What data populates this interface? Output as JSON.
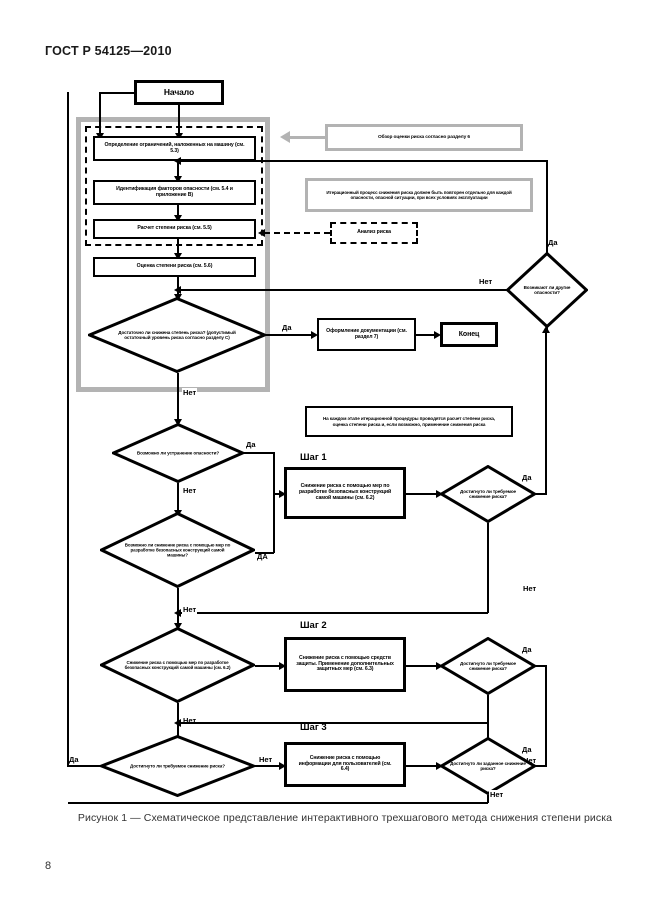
{
  "document": {
    "header": "ГОСТ Р 54125—2010",
    "page_number": "8",
    "figure_caption": "Рисунок 1 — Схематическое представление интерактивного трехшагового метода снижения степени риска"
  },
  "flowchart": {
    "start": "Начало",
    "end": "Конец",
    "risk_analysis_group_label": "Анализ риска",
    "nodes": {
      "limits": "Определение ограничений, наложенных на машину (см. 5.3)",
      "hazard_identification": "Идентификация факторов опасности (см. 5.4 и приложение B)",
      "risk_estimation": "Расчет степени риска (см. 5.5)",
      "risk_evaluation": "Оценка степени риска (см. 5.6)",
      "documentation": "Оформление документации (см. раздел 7)",
      "step1_box": "Снижение риска с помощью мер по разработке безопасных конструкций самой машины (см. 6.2)",
      "step2_box": "Снижение риска с помощью средств защиты. Применение дополнительных защитных мер (см. 6.3)",
      "step3_box": "Снижение риска с помощью информации для пользователей (см. 6.4)"
    },
    "decisions": {
      "risk_reduced_enough": "Достаточно ли снижена степень риска? (допустимый остаточный уровень риска согласно разделу C)",
      "other_hazards": "Возникают ли другие опасности?",
      "can_eliminate_hazard": "Возможно ли устранение опасности?",
      "can_reduce_by_design": "Возможно ли снижение риска с помощью мер по разработке безопасных конструкций самой машины?",
      "step1_achieved": "Достигнуто ли требуемое снижение риска?",
      "reduce_by_design_step2": "Снижение риска с помощью мер по разработке безопасных конструкций самой машины (см. 6.2)",
      "step2_achieved": "Достигнуто ли требуемое снижение риска?",
      "step3_achieved_left": "Достигнуто ли требуемое снижение риска?",
      "step3_achieved_right": "Достигнуто ли заданное снижение риска?"
    },
    "notes": {
      "review": "Обзор оценки риска согласно разделу 6",
      "iterative": "Итерационный процесс снижения риска должен быть повторен отдельно для каждой опасности, опасной ситуации, при всех условиях эксплуатации",
      "each_stage": "На каждом этапе итерационной процедуры проводятся расчет степени риска, оценка степени риска и, если возможно, применение снижения риска"
    },
    "step_labels": {
      "step1": "Шаг 1",
      "step2": "Шаг 2",
      "step3": "Шаг 3"
    },
    "edge_labels": {
      "yes": "Да",
      "no": "Нет",
      "yes_caps": "ДА"
    }
  },
  "colors": {
    "gray_frame": "#b3b3b3",
    "line": "#000000",
    "text": "#000000"
  }
}
